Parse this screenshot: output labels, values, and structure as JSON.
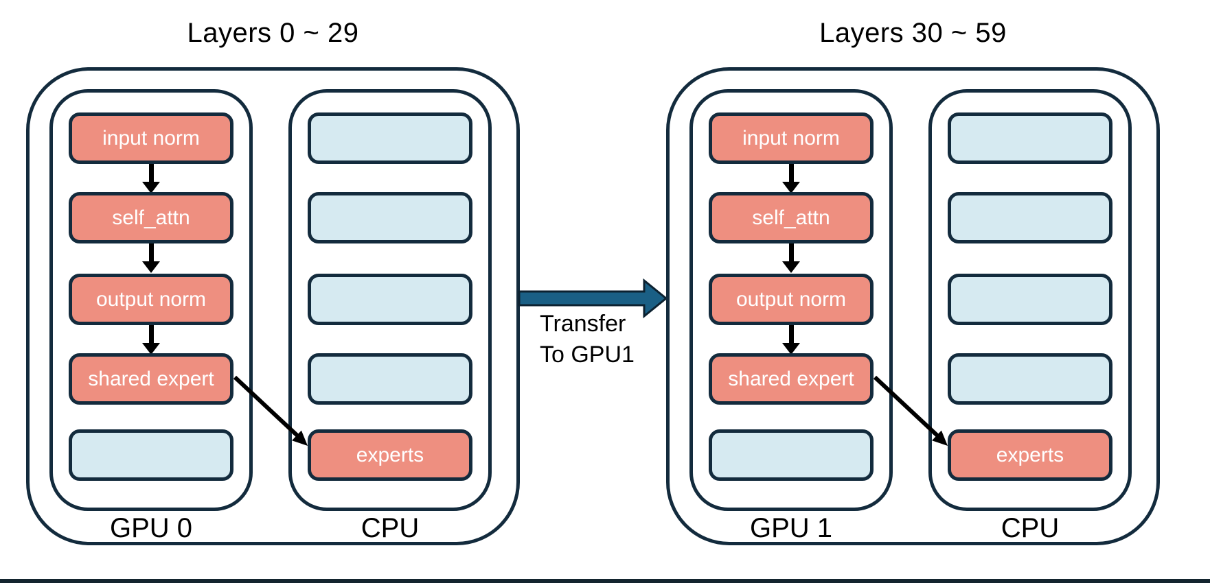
{
  "colors": {
    "accent": "#EE8F80",
    "empty": "#D6EAF1",
    "outline": "#132B3D",
    "transfer": "#1A5F85",
    "transfer-outline": "#0C2130",
    "flow": "#000000",
    "footer": "#13242E",
    "boxtext": "#FFFFFF",
    "labeltext": "#000000"
  },
  "nodes": [
    {
      "title": "Layers 0 ~ 29",
      "gpu": {
        "label": "GPU 0",
        "boxes": [
          {
            "label": "input norm",
            "variant": "accent"
          },
          {
            "label": "self_attn",
            "variant": "accent"
          },
          {
            "label": "output norm",
            "variant": "accent"
          },
          {
            "label": "shared expert",
            "variant": "accent"
          },
          {
            "label": "",
            "variant": "empty"
          }
        ]
      },
      "cpu": {
        "label": "CPU",
        "boxes": [
          {
            "label": "",
            "variant": "empty"
          },
          {
            "label": "",
            "variant": "empty"
          },
          {
            "label": "",
            "variant": "empty"
          },
          {
            "label": "",
            "variant": "empty"
          },
          {
            "label": "experts",
            "variant": "accent"
          }
        ]
      }
    },
    {
      "title": "Layers 30 ~ 59",
      "gpu": {
        "label": "GPU 1",
        "boxes": [
          {
            "label": "input norm",
            "variant": "accent"
          },
          {
            "label": "self_attn",
            "variant": "accent"
          },
          {
            "label": "output norm",
            "variant": "accent"
          },
          {
            "label": "shared expert",
            "variant": "accent"
          },
          {
            "label": "",
            "variant": "empty"
          }
        ]
      },
      "cpu": {
        "label": "CPU",
        "boxes": [
          {
            "label": "",
            "variant": "empty"
          },
          {
            "label": "",
            "variant": "empty"
          },
          {
            "label": "",
            "variant": "empty"
          },
          {
            "label": "",
            "variant": "empty"
          },
          {
            "label": "experts",
            "variant": "accent"
          }
        ]
      }
    }
  ],
  "transfer": {
    "line1": "Transfer",
    "line2": "To GPU1"
  }
}
